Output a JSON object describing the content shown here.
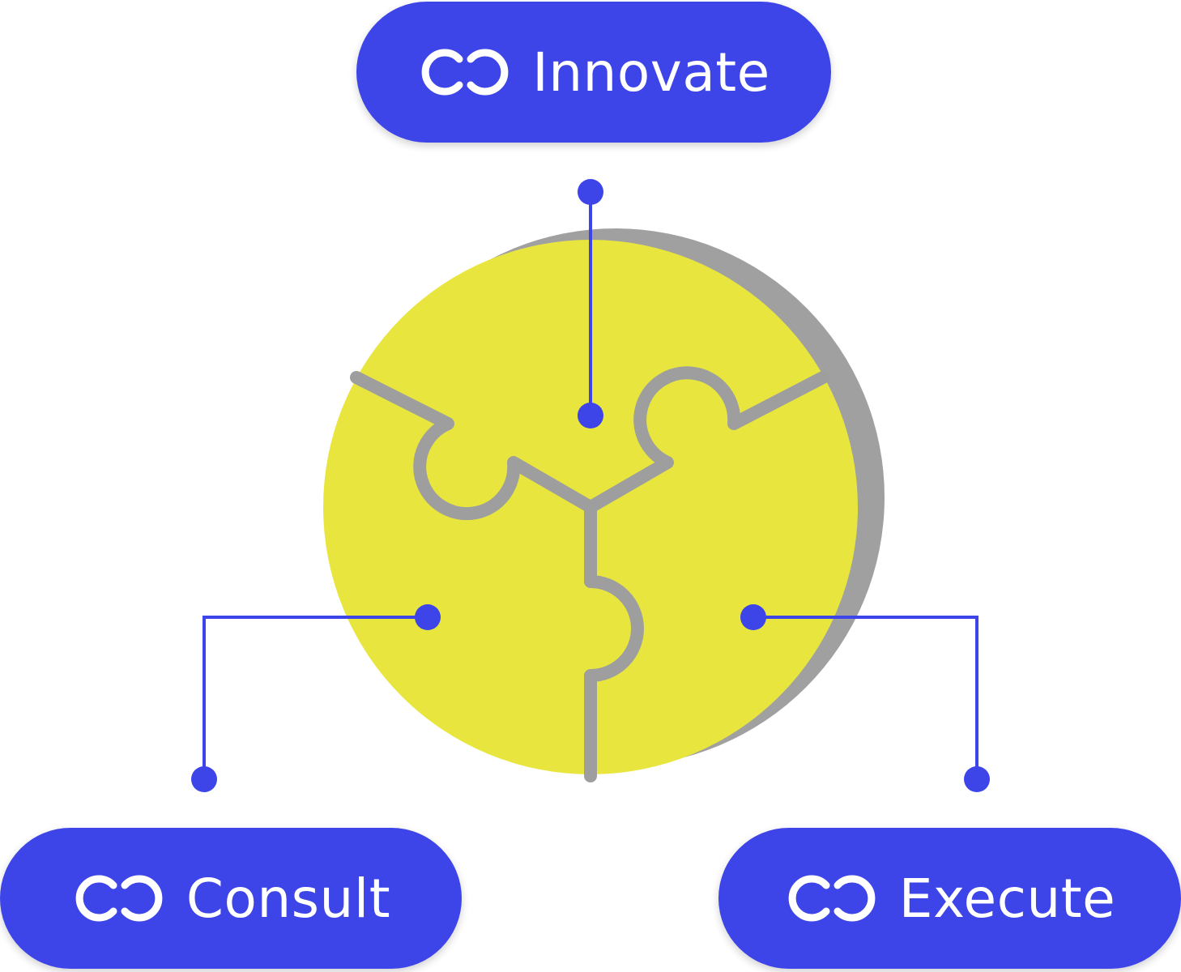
{
  "colors": {
    "accent": "#3d44e8",
    "puzzle_fill": "#e8e63e",
    "puzzle_seam": "#9e9e9e",
    "shadow": "#9b9b9b",
    "label_text": "#ffffff"
  },
  "icons": {
    "pill_logo": "co-logo-icon"
  },
  "nodes": {
    "innovate": {
      "label": "Innovate"
    },
    "consult": {
      "label": "Consult"
    },
    "execute": {
      "label": "Execute"
    }
  }
}
